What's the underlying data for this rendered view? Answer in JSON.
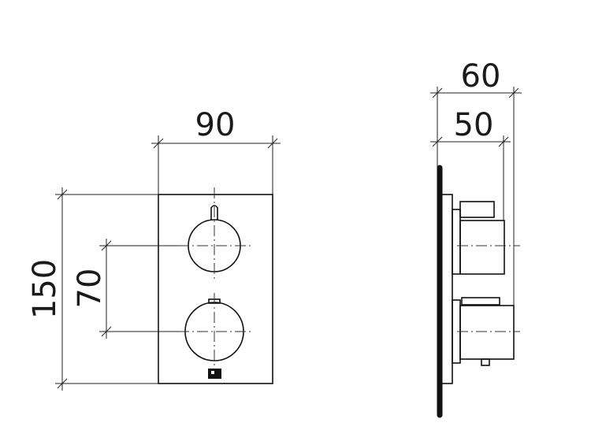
{
  "dimensions": {
    "width_top": "90",
    "height_left": "150",
    "center_distance": "70",
    "depth_outer": "60",
    "depth_inner": "50"
  },
  "colors": {
    "line": "#111111",
    "background": "#ffffff"
  }
}
